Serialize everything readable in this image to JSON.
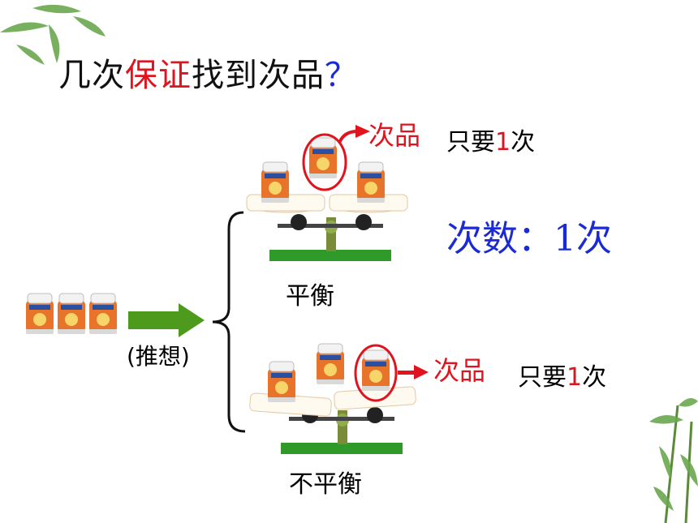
{
  "title": {
    "pre": "几次",
    "emph": "保证",
    "post": "找到次品",
    "q": "？"
  },
  "guess_label": "(推想)",
  "top_branch": {
    "defective_label": "次品",
    "need_pre": "只要",
    "need_num": "1",
    "need_post": "次",
    "result_label": "平衡"
  },
  "bottom_branch": {
    "defective_label": "次品",
    "need_pre": "只要",
    "need_num": "1",
    "need_post": "次",
    "result_label": "不平衡"
  },
  "count_label": "次数：1次",
  "colors": {
    "red": "#e0141e",
    "blue": "#1a2bd6",
    "green": "#2f9a2a",
    "arrow_green": "#4e9a1c"
  }
}
